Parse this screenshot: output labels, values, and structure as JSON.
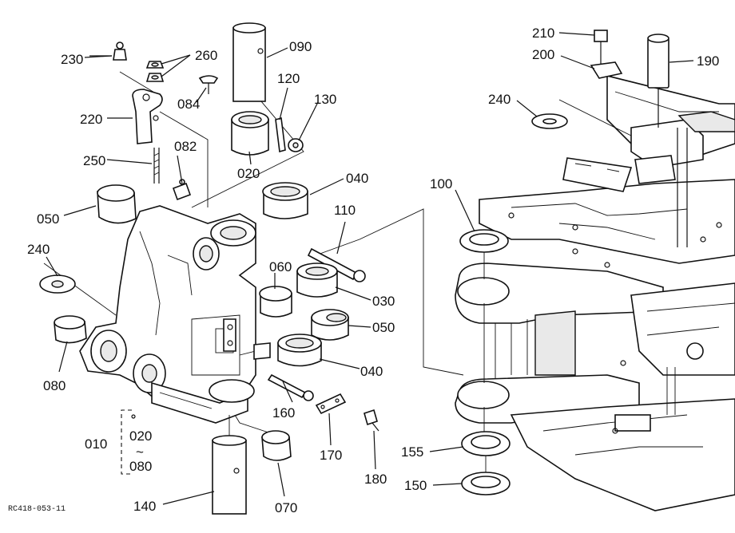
{
  "drawing_code": "RC418-053-11",
  "labels": {
    "p230": "230",
    "p260": "260",
    "p090": "090",
    "p120": "120",
    "p130": "130",
    "p084": "084",
    "p220": "220",
    "p082": "082",
    "p250": "250",
    "p020a": "020",
    "p040a": "040",
    "p050a": "050",
    "p240a": "240",
    "p110": "110",
    "p060": "060",
    "p030": "030",
    "p050b": "050",
    "p080": "080",
    "p040b": "040",
    "p010": "010",
    "p020b": "020",
    "tilde": "~",
    "p080b": "080",
    "p160": "160",
    "p170": "170",
    "p180": "180",
    "p140": "140",
    "p070": "070",
    "p210": "210",
    "p200": "200",
    "p190": "190",
    "p240b": "240",
    "p100": "100",
    "p155": "155",
    "p150": "150"
  }
}
